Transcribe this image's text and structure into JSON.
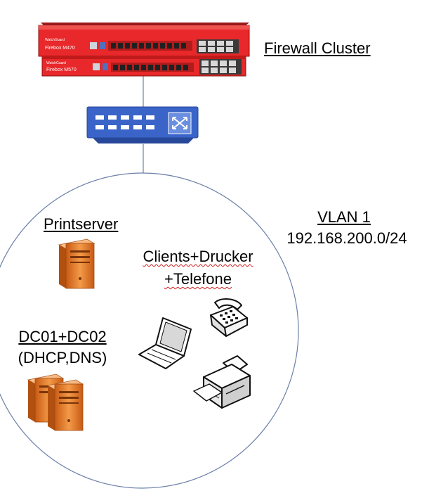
{
  "firewall": {
    "label": "Firewall Cluster",
    "unit_top_model": "Firebox M470",
    "unit_bottom_model": "Firebox M570",
    "brand": "WatchGuard",
    "color": "#e8282a"
  },
  "switch": {
    "color": "#3a64c8"
  },
  "vlan": {
    "name": "VLAN 1",
    "subnet": "192.168.200.0/24"
  },
  "nodes": {
    "printserver": "Printserver",
    "clients_line1": "Clients+Drucker",
    "clients_line2": "+Telefone",
    "dc_line1": "DC01+DC02",
    "dc_line2": "(DHCP,DNS)"
  },
  "colors": {
    "server": "#e6782a",
    "circle": "#6a7fa8",
    "link": "#6a7fa8"
  }
}
